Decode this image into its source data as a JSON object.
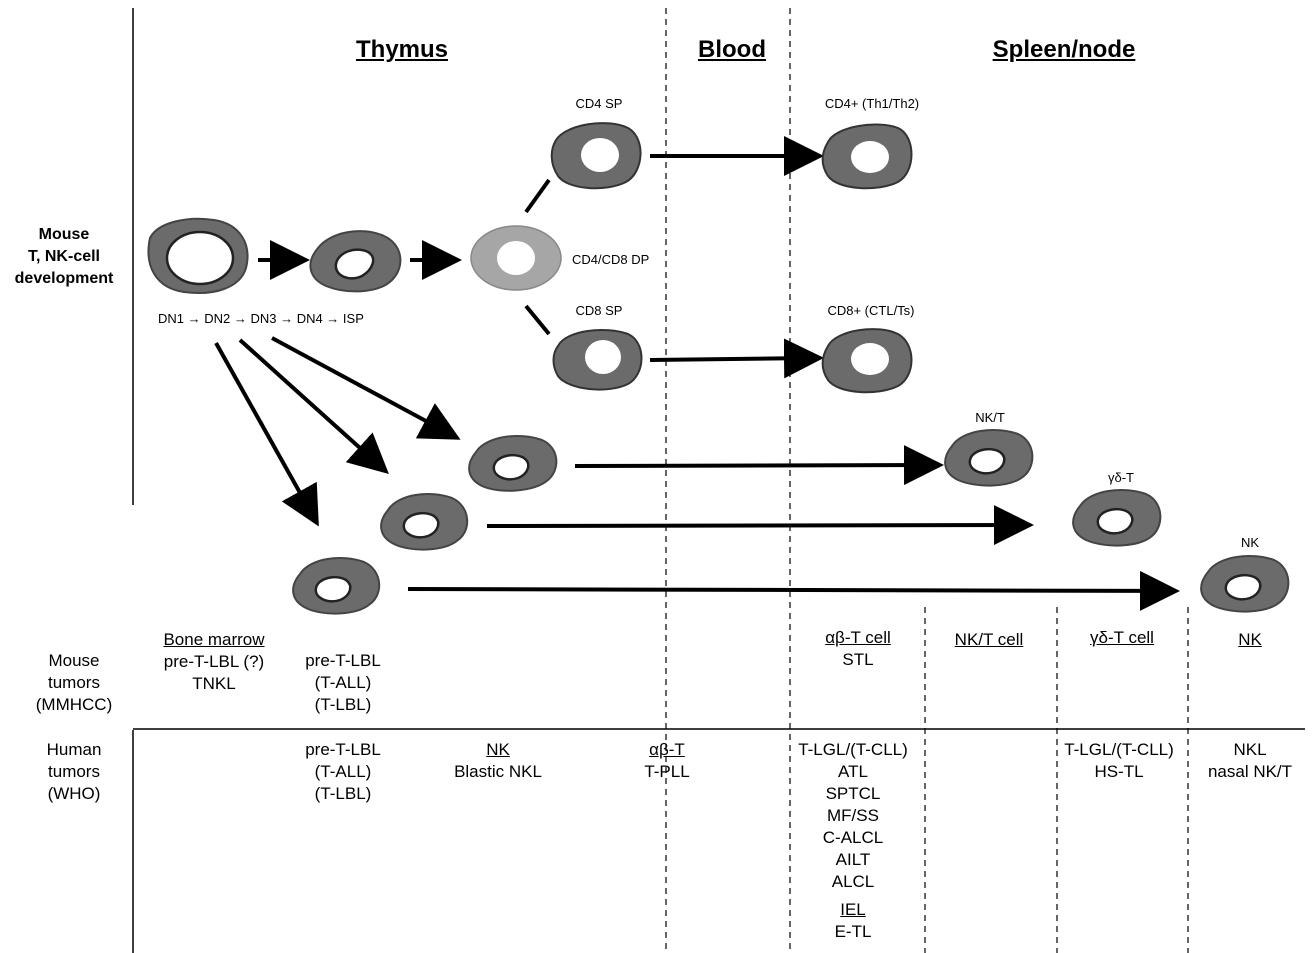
{
  "headers": {
    "thymus": "Thymus",
    "blood": "Blood",
    "spleen": "Spleen/node"
  },
  "row_labels": {
    "mouse_dev": [
      "Mouse",
      "T, NK-cell",
      "development"
    ],
    "mouse_tumors": [
      "Mouse",
      "tumors",
      "(MMHCC)"
    ],
    "human_tumors": [
      "Human",
      "tumors",
      "(WHO)"
    ]
  },
  "cell_labels": {
    "cd4_sp": "CD4 SP",
    "cd4_dp": "CD4/CD8 DP",
    "cd8_sp": "CD8 SP",
    "cd4_th": "CD4+ (Th1/Th2)",
    "cd8_ctl": "CD8+ (CTL/Ts)",
    "nkt": "NK/T",
    "gdt": "γδ-T",
    "nk": "NK",
    "sequence": "DN1 → DN2 → DN3 → DN4 → ISP"
  },
  "mouse_tumors": {
    "bone_marrow": {
      "heading": "Bone marrow",
      "lines": [
        "pre-T-LBL (?)",
        "TNKL"
      ]
    },
    "thymus": {
      "lines": [
        "pre-T-LBL",
        "(T-ALL)",
        "(T-LBL)"
      ]
    },
    "ab_t": {
      "heading": "αβ-T cell",
      "lines": [
        "STL"
      ]
    },
    "nkt": {
      "heading": "NK/T cell"
    },
    "gdt": {
      "heading": "γδ-T cell"
    },
    "nk": {
      "heading": "NK"
    }
  },
  "human_tumors": {
    "thymus": {
      "lines": [
        "pre-T-LBL",
        "(T-ALL)",
        "(T-LBL)"
      ]
    },
    "nk": {
      "heading": "NK",
      "lines": [
        "Blastic NKL"
      ]
    },
    "ab_t": {
      "heading": "αβ-T",
      "lines": [
        "T-PLL"
      ]
    },
    "spleen": {
      "lines": [
        "T-LGL/(T-CLL)",
        "ATL",
        "SPTCL",
        "MF/SS",
        "C-ALCL",
        "AILT",
        "ALCL"
      ],
      "sub_heading": "IEL",
      "sub_lines": [
        "E-TL"
      ]
    },
    "gdt": {
      "lines": [
        "T-LGL/(T-CLL)",
        "HS-TL"
      ]
    },
    "nk_right": {
      "lines": [
        "NKL",
        "nasal NK/T"
      ]
    }
  }
}
